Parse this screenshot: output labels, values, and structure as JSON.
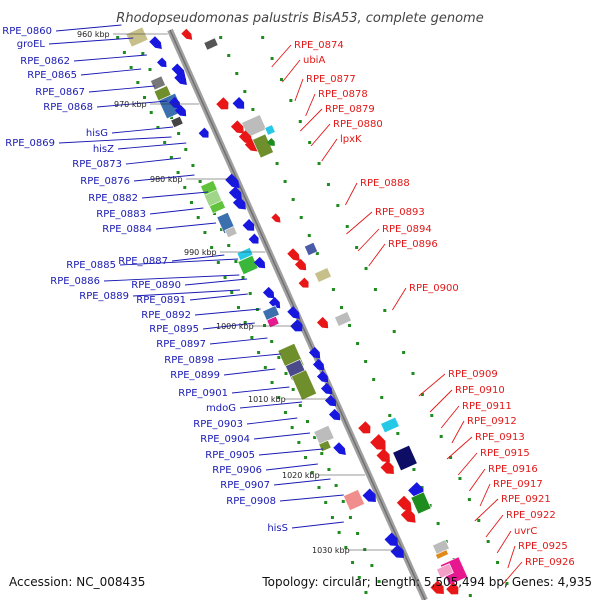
{
  "title": "Rhodopseudomonas palustris BisA53, complete genome",
  "footer": {
    "accession": "Accession: NC_008435",
    "summary": "Topology: circular; Length: 5,505,494 bp; Genes: 4,935"
  },
  "ticks": [
    "960 kbp",
    "970 kbp",
    "980 kbp",
    "990 kbp",
    "1000 kbp",
    "1010 kbp",
    "1020 kbp",
    "1030 kbp"
  ],
  "left_labels": [
    "RPE_0860",
    "groEL",
    "RPE_0862",
    "RPE_0865",
    "RPE_0867",
    "RPE_0868",
    "RPE_0869",
    "hisG",
    "hisZ",
    "RPE_0873",
    "RPE_0876",
    "RPE_0882",
    "RPE_0883",
    "RPE_0884",
    "RPE_0885",
    "RPE_0887",
    "RPE_0886",
    "RPE_0890",
    "RPE_0889",
    "RPE_0891",
    "RPE_0892",
    "RPE_0895",
    "RPE_0897",
    "RPE_0898",
    "RPE_0899",
    "RPE_0901",
    "mdoG",
    "RPE_0903",
    "RPE_0904",
    "RPE_0905",
    "RPE_0906",
    "RPE_0907",
    "RPE_0908",
    "hisS"
  ],
  "right_labels": [
    "RPE_0874",
    "ubiA",
    "RPE_0877",
    "RPE_0878",
    "RPE_0879",
    "RPE_0880",
    "lpxK",
    "RPE_0888",
    "RPE_0893",
    "RPE_0894",
    "RPE_0896",
    "RPE_0900",
    "RPE_0909",
    "RPE_0910",
    "RPE_0911",
    "RPE_0912",
    "RPE_0913",
    "RPE_0915",
    "RPE_0916",
    "RPE_0917",
    "RPE_0921",
    "RPE_0922",
    "uvrC",
    "RPE_0925",
    "RPE_0926"
  ],
  "colors": {
    "left_label": "#1a1ab4",
    "right_label": "#e21818",
    "backbone": "#8c8c8c",
    "forward_gene": "#1717e0",
    "reverse_gene": "#e81616",
    "dots": "#1e8c1e"
  }
}
